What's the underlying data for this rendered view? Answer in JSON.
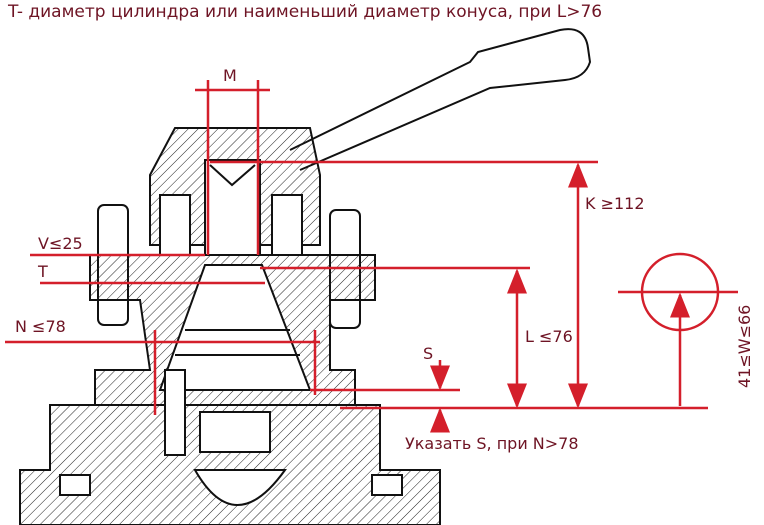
{
  "title": "T- диаметр цилиндра или наименьший диаметр конуса, при L>76",
  "labels": {
    "M": "M",
    "K": "K ≥112",
    "V": "V≤25",
    "T": "T",
    "N": "N ≤78",
    "S": "S",
    "L": "L ≤76",
    "W": "41≤W≤66",
    "note": "Указать S, при N>78"
  },
  "colors": {
    "dimension": "#d41f2b",
    "text": "#6e1424",
    "drawing": "#111111"
  }
}
